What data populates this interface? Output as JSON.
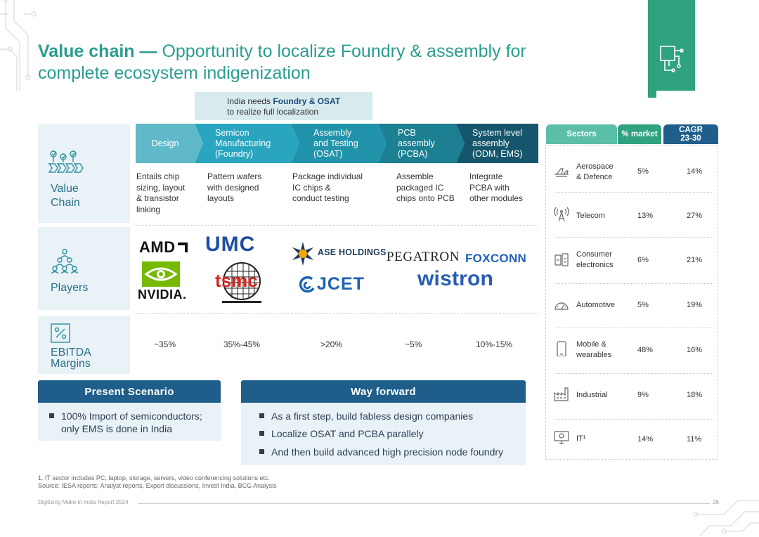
{
  "title": {
    "bold": "Value chain —",
    "rest": " Opportunity to localize Foundry & assembly for complete ecosystem indigenization"
  },
  "india_needs": {
    "pre": "India needs ",
    "bold": "Foundry & OSAT",
    "post": "to realize full localization"
  },
  "rows": {
    "value_chain": {
      "label_line1": "Value",
      "label_line2": "Chain"
    },
    "players": {
      "label": "Players"
    },
    "ebitda": {
      "label_line1": "EBITDA",
      "label_line2": "Margins"
    }
  },
  "stages": [
    {
      "label_lines": [
        "Design"
      ],
      "color": "#5fb9c9",
      "desc": [
        "Entails chip",
        "sizing, layout",
        "& transistor",
        "linking"
      ],
      "margin": "~35%"
    },
    {
      "label_lines": [
        "Semicon",
        "Manufacturing",
        "(Foundry)"
      ],
      "color": "#2aa5bf",
      "desc": [
        "Pattern wafers",
        "with designed",
        "layouts"
      ],
      "margin": "35%-45%"
    },
    {
      "label_lines": [
        "Assembly",
        "and Testing",
        "(OSAT)"
      ],
      "color": "#2193ab",
      "desc": [
        "Package individual",
        "IC chips &",
        "conduct testing"
      ],
      "margin": ">20%"
    },
    {
      "label_lines": [
        "PCB",
        "assembly",
        "(PCBA)"
      ],
      "color": "#1c7f92",
      "desc": [
        "Assemble",
        "packaged IC",
        "chips onto PCB"
      ],
      "margin": "~5%"
    },
    {
      "label_lines": [
        "System level",
        "assembly",
        "(ODM, EMS)"
      ],
      "color": "#15566c",
      "desc": [
        "Integrate",
        "PCBA with",
        "other modules"
      ],
      "margin": "10%-15%"
    }
  ],
  "players": {
    "amd": "AMD",
    "nvidia": "NVIDIA.",
    "umc": "UMC",
    "tsmc": "tsmc",
    "ase": "ASE HOLDINGS",
    "jcet": "JCET",
    "pegatron": "PEGATRON",
    "foxconn": "FOXCONN",
    "wistron": "wistron"
  },
  "present": {
    "heading": "Present Scenario",
    "bullets": [
      [
        "100% Import of semiconductors;",
        "only EMS is done in India"
      ]
    ]
  },
  "way_forward": {
    "heading": "Way forward",
    "bullets": [
      "As a first step, build fabless design companies",
      "Localize OSAT and PCBA parallely",
      "And then build advanced high precision node foundry"
    ]
  },
  "sectors_table": {
    "headers": {
      "sector": "Sectors",
      "market": "% market",
      "cagr_line1": "CAGR",
      "cagr_line2": "23-30"
    },
    "colors": {
      "sector_head": "#5bbfa7",
      "market_head": "#2fa27f",
      "cagr_head": "#1f5e8a"
    },
    "rows": [
      {
        "icon": "fighter-jet-icon",
        "name": [
          "Aerospace",
          "& Defence"
        ],
        "market": "5%",
        "cagr": "14%"
      },
      {
        "icon": "antenna-tower-icon",
        "name": [
          "Telecom"
        ],
        "market": "13%",
        "cagr": "27%"
      },
      {
        "icon": "devices-icon",
        "name": [
          "Consumer",
          "electronics"
        ],
        "market": "6%",
        "cagr": "21%"
      },
      {
        "icon": "speedometer-icon",
        "name": [
          "Automotive"
        ],
        "market": "5%",
        "cagr": "19%"
      },
      {
        "icon": "smartphone-icon",
        "name": [
          "Mobile &",
          "wearables"
        ],
        "market": "48%",
        "cagr": "16%"
      },
      {
        "icon": "factory-icon",
        "name": [
          "Industrial"
        ],
        "market": "9%",
        "cagr": "18%"
      },
      {
        "icon": "monitor-icon",
        "name": [
          "IT¹"
        ],
        "market": "14%",
        "cagr": "11%"
      }
    ]
  },
  "footnote": {
    "line1": "1. IT sector includes PC, laptop, storage, servers, video conferencing solutions etc.",
    "line2": "Source: IESA reports; Analyst reports, Expert discussions, Invest India, BCG Analysis"
  },
  "footer": {
    "left": "Digitizing Make in India Report 2024",
    "page": "26"
  }
}
